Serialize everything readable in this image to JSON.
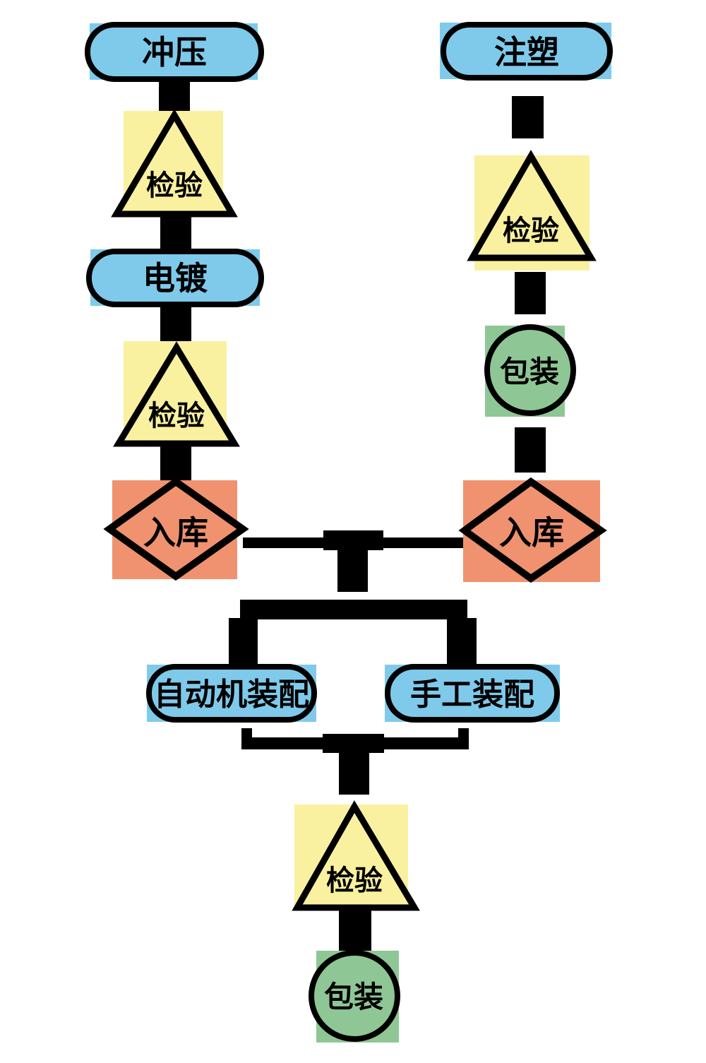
{
  "diagram": {
    "type": "flowchart",
    "language": "zh-CN",
    "description": "Manufacturing process flow: two part-production lines merge into assembly, inspection and packaging",
    "colors": {
      "process_fill": "#7FCAEB",
      "inspection_fill": "#FAF1A0",
      "storage_fill": "#F0926F",
      "packaging_fill": "#8EC795",
      "outline": "#000000",
      "connector": "#000000",
      "background": "#FFFFFF"
    },
    "nodes": {
      "stamping": {
        "label": "冲压",
        "shape": "stadium",
        "column": "left"
      },
      "inspection_1": {
        "label": "检验",
        "shape": "triangle",
        "column": "left"
      },
      "plating": {
        "label": "电镀",
        "shape": "stadium",
        "column": "left"
      },
      "inspection_2": {
        "label": "检验",
        "shape": "triangle",
        "column": "left"
      },
      "warehouse_left": {
        "label": "入库",
        "shape": "diamond",
        "column": "left"
      },
      "injection": {
        "label": "注塑",
        "shape": "stadium",
        "column": "right"
      },
      "inspection_3": {
        "label": "检验",
        "shape": "triangle",
        "column": "right"
      },
      "packaging_mid": {
        "label": "包装",
        "shape": "circle",
        "column": "right"
      },
      "warehouse_right": {
        "label": "入库",
        "shape": "diamond",
        "column": "right"
      },
      "auto_assembly": {
        "label": "自动机装配",
        "shape": "stadium",
        "column": "center-left"
      },
      "manual_assembly": {
        "label": "手工装配",
        "shape": "stadium",
        "column": "center-right"
      },
      "inspection_final": {
        "label": "检验",
        "shape": "triangle",
        "column": "center"
      },
      "packaging_final": {
        "label": "包装",
        "shape": "circle",
        "column": "center"
      }
    },
    "edges": [
      {
        "from": "stamping",
        "to": "inspection_1"
      },
      {
        "from": "inspection_1",
        "to": "plating"
      },
      {
        "from": "plating",
        "to": "inspection_2"
      },
      {
        "from": "inspection_2",
        "to": "warehouse_left"
      },
      {
        "from": "injection",
        "to": "inspection_3"
      },
      {
        "from": "inspection_3",
        "to": "packaging_mid"
      },
      {
        "from": "packaging_mid",
        "to": "warehouse_right"
      },
      {
        "from": "warehouse_left",
        "to": "auto_assembly"
      },
      {
        "from": "warehouse_left",
        "to": "manual_assembly"
      },
      {
        "from": "warehouse_right",
        "to": "auto_assembly"
      },
      {
        "from": "warehouse_right",
        "to": "manual_assembly"
      },
      {
        "from": "auto_assembly",
        "to": "inspection_final"
      },
      {
        "from": "manual_assembly",
        "to": "inspection_final"
      },
      {
        "from": "inspection_final",
        "to": "packaging_final"
      }
    ]
  }
}
